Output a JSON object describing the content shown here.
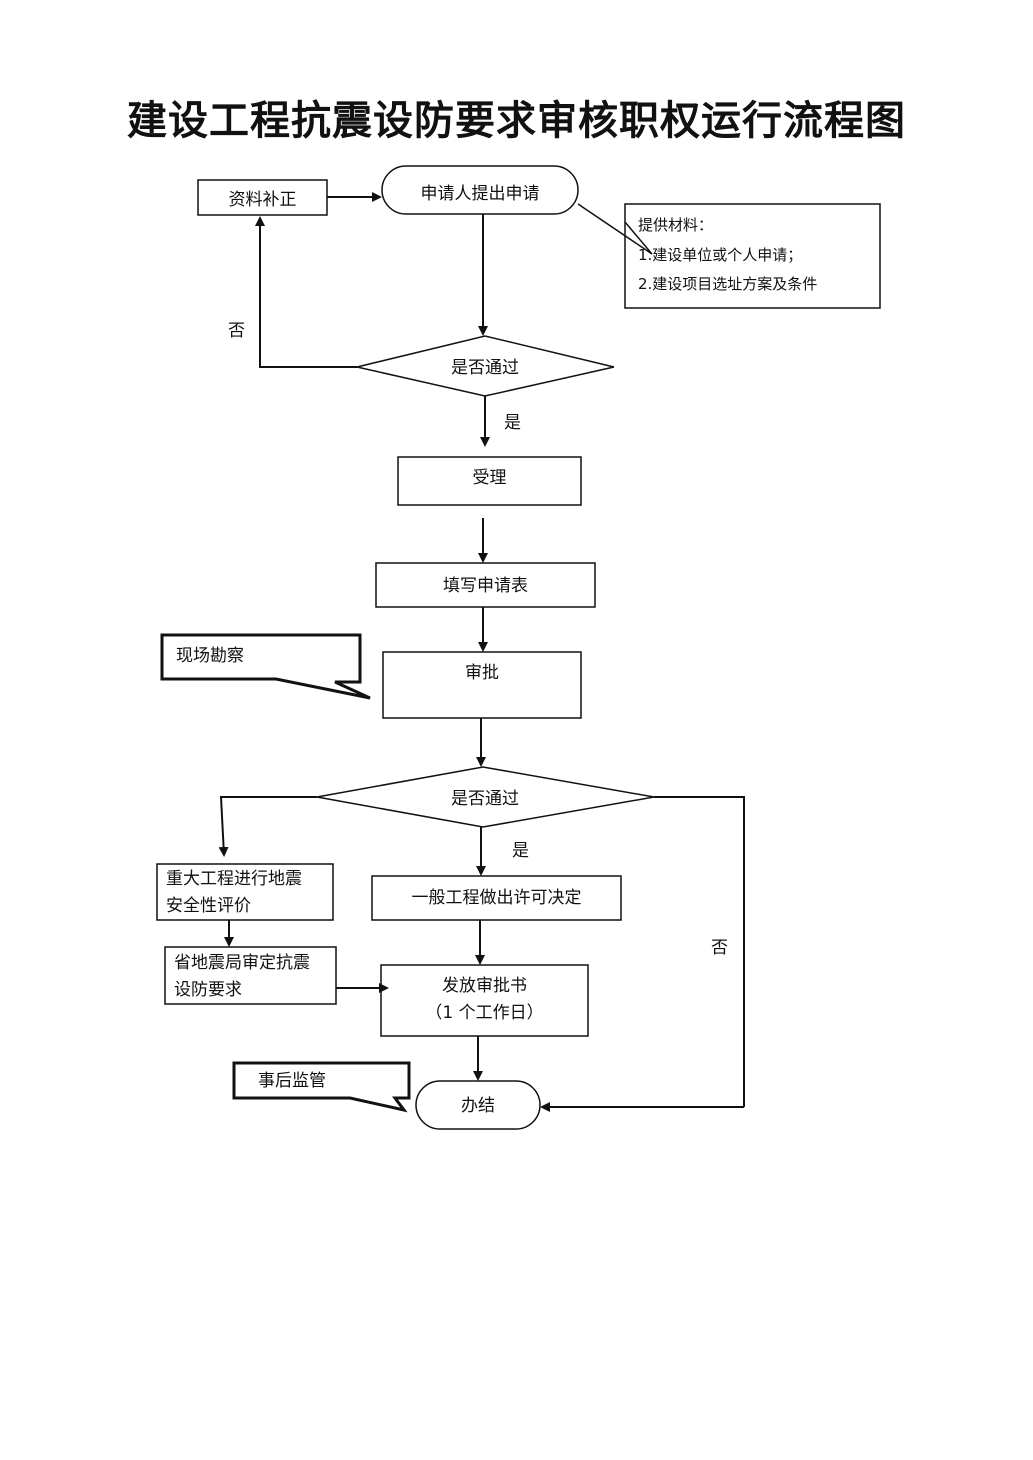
{
  "title": "建设工程抗震设防要求审核职权运行流程图",
  "nodes": {
    "correction": "资料补正",
    "apply": "申请人提出申请",
    "materials_title": "提供材料：",
    "materials_1": "1.建设单位或个人申请；",
    "materials_2": "2.建设项目选址方案及条件",
    "check1": "是否通过",
    "accept": "受理",
    "fill_form": "填写申请表",
    "site_survey": "现场勘察",
    "approve": "审批",
    "check2": "是否通过",
    "major_line1": "重大工程进行地震",
    "major_line2": "安全性评价",
    "provincial_line1": "省地震局审定抗震",
    "provincial_line2": "设防要求",
    "general_decision": "一般工程做出许可决定",
    "issue_line1": "发放审批书",
    "issue_line2": "（1 个工作日）",
    "supervision": "事后监管",
    "finish": "办结"
  },
  "edge_labels": {
    "no1": "否",
    "yes1": "是",
    "yes2": "是",
    "no2": "否"
  }
}
